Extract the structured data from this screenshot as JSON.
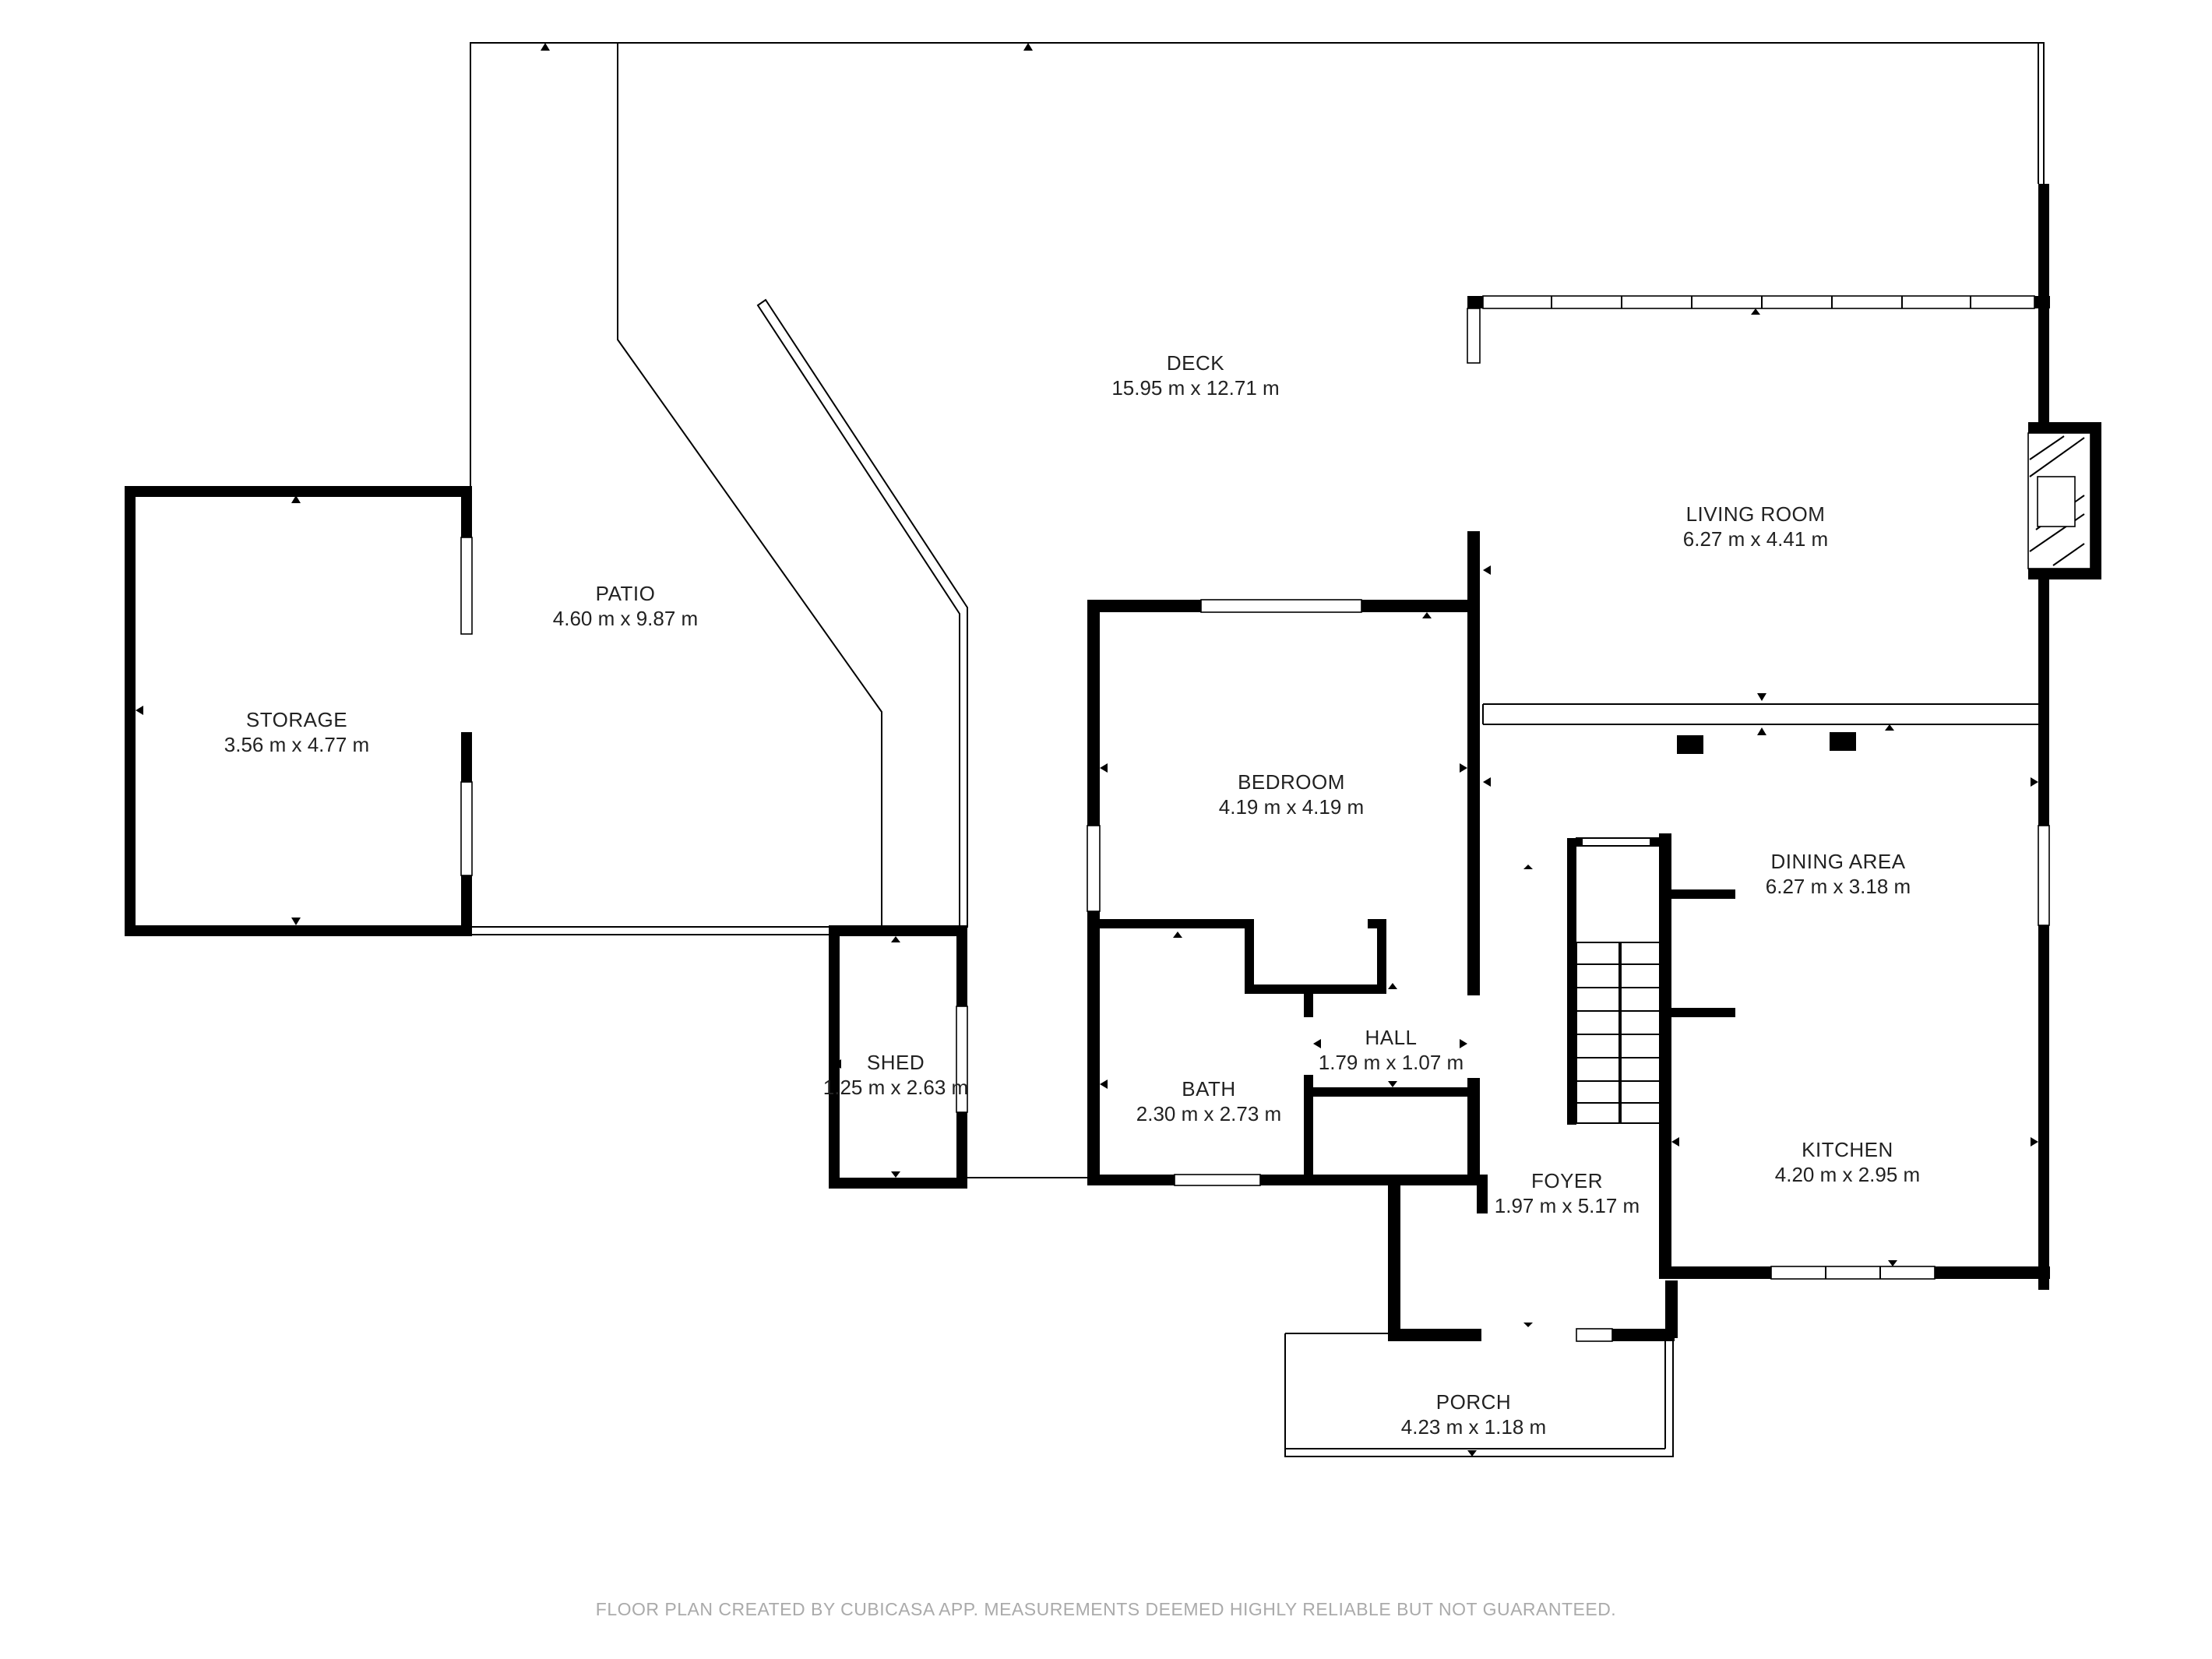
{
  "rooms": {
    "deck": {
      "name": "DECK",
      "dims": "15.95 m x 12.71 m"
    },
    "living_room": {
      "name": "LIVING ROOM",
      "dims": "6.27 m x 4.41 m"
    },
    "patio": {
      "name": "PATIO",
      "dims": "4.60 m x 9.87 m"
    },
    "storage": {
      "name": "STORAGE",
      "dims": "3.56 m x 4.77 m"
    },
    "bedroom": {
      "name": "BEDROOM",
      "dims": "4.19 m x 4.19 m"
    },
    "dining_area": {
      "name": "DINING AREA",
      "dims": "6.27 m x 3.18 m"
    },
    "shed": {
      "name": "SHED",
      "dims": "1.25 m x 2.63 m"
    },
    "hall": {
      "name": "HALL",
      "dims": "1.79 m x 1.07 m"
    },
    "bath": {
      "name": "BATH",
      "dims": "2.30 m x 2.73 m"
    },
    "kitchen": {
      "name": "KITCHEN",
      "dims": "4.20 m x 2.95 m"
    },
    "foyer": {
      "name": "FOYER",
      "dims": "1.97 m x 5.17 m"
    },
    "porch": {
      "name": "PORCH",
      "dims": "4.23 m x 1.18 m"
    }
  },
  "footer": "FLOOR PLAN CREATED BY CUBICASA APP. MEASUREMENTS DEEMED HIGHLY RELIABLE BUT NOT GUARANTEED.",
  "colors": {
    "wall": "#000000",
    "label": "#222222",
    "footer": "#aaaaaa"
  }
}
